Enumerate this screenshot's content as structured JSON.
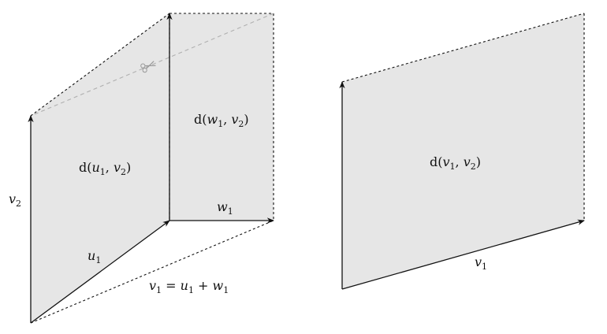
{
  "left_figure": {
    "region_a_label": {
      "pre": "d(",
      "s1": "u",
      "s1_sub": "1",
      "sep": ", ",
      "s2": "v",
      "s2_sub": "2",
      "post": ")"
    },
    "region_b_label": {
      "pre": "d(",
      "s1": "w",
      "s1_sub": "1",
      "sep": ", ",
      "s2": "v",
      "s2_sub": "2",
      "post": ")"
    },
    "vec_v2": {
      "name": "v",
      "sub": "2"
    },
    "vec_u1": {
      "name": "u",
      "sub": "1"
    },
    "vec_w1": {
      "name": "w",
      "sub": "1"
    },
    "sum_eq": {
      "a": "v",
      "a_sub": "1",
      "eq": " = ",
      "b": "u",
      "b_sub": "1",
      "plus": " + ",
      "c": "w",
      "c_sub": "1"
    }
  },
  "right_figure": {
    "region_label": {
      "pre": "d(",
      "s1": "v",
      "s1_sub": "1",
      "sep": ", ",
      "s2": "v",
      "s2_sub": "2",
      "post": ")"
    },
    "vec_v1": {
      "name": "v",
      "sub": "1"
    }
  },
  "colors": {
    "fill": "#e6e6e6",
    "stroke": "#111111",
    "cut_line": "#b0b0b0"
  },
  "icons": {
    "scissors": "scissors-icon"
  }
}
